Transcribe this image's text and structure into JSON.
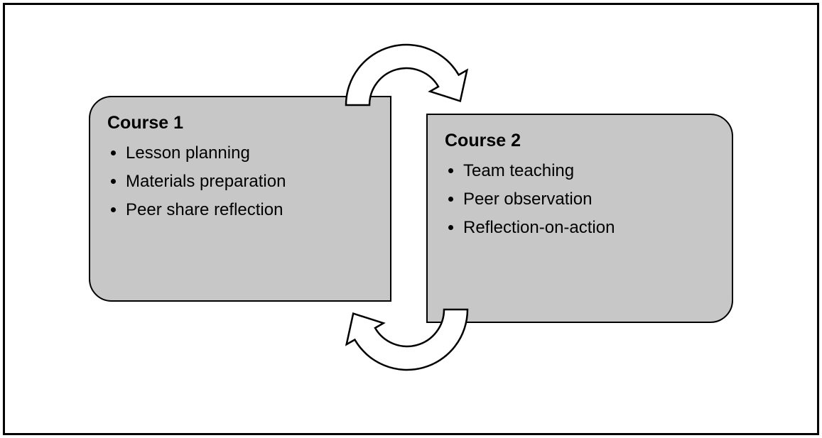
{
  "diagram": {
    "boxes": [
      {
        "title": "Course 1",
        "items": [
          "Lesson planning",
          "Materials preparation",
          "Peer share reflection"
        ]
      },
      {
        "title": "Course 2",
        "items": [
          "Team teaching",
          "Peer observation",
          "Reflection-on-action"
        ]
      }
    ],
    "arrows": [
      "cycle-arrow-top",
      "cycle-arrow-bottom"
    ],
    "colors": {
      "box_fill": "#c7c7c7",
      "box_border": "#000000",
      "arrow_fill": "#ffffff",
      "arrow_stroke": "#000000",
      "background": "#ffffff",
      "frame_border": "#000000"
    }
  }
}
